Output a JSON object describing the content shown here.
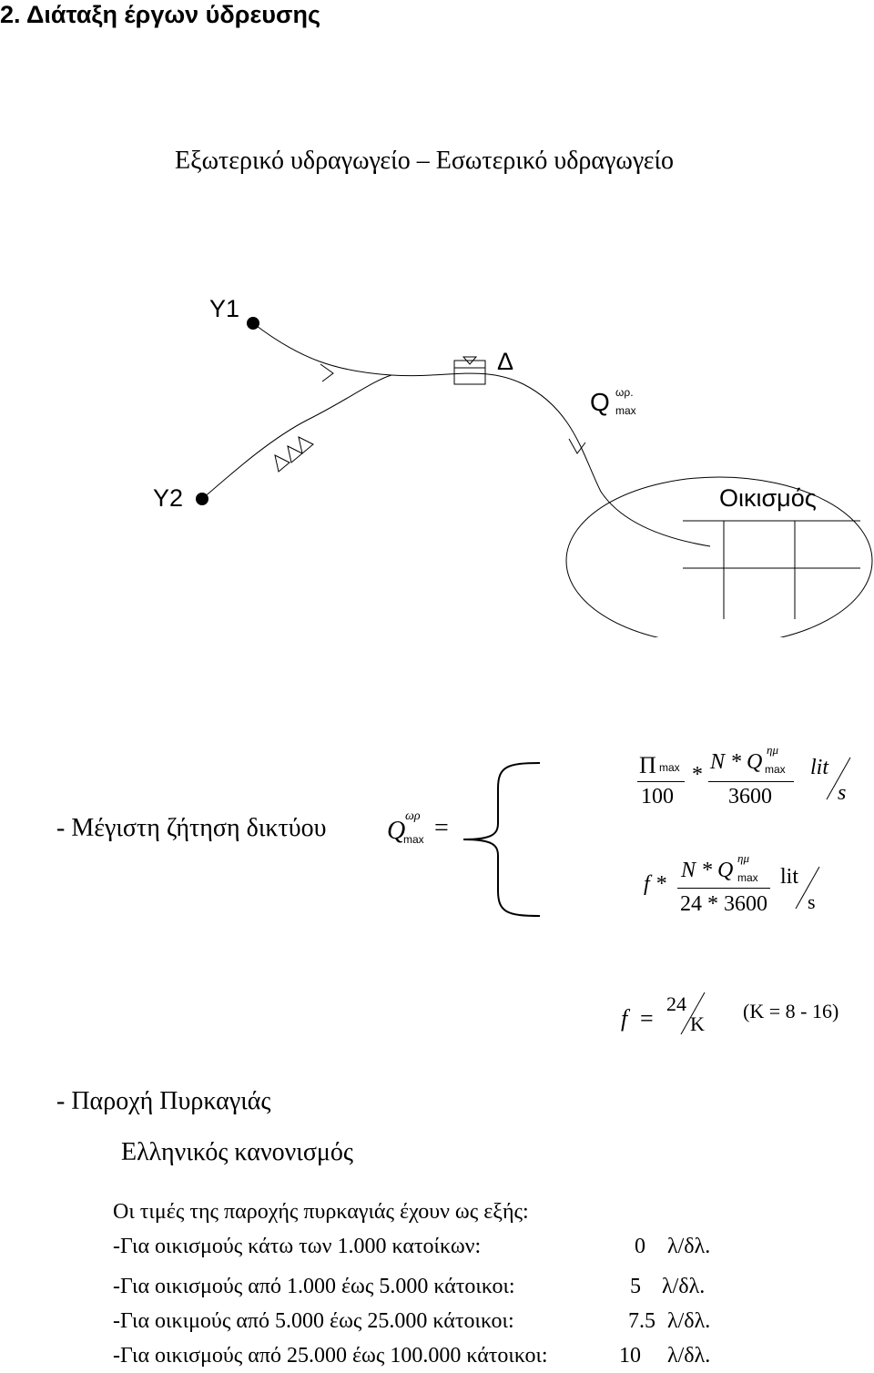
{
  "heading": "2. Διάταξη έργων ύδρευσης",
  "scheme_title": "Εξωτερικό υδραγωγείο – Εσωτερικό υδραγωγείο",
  "diagram": {
    "y1_label": "Υ1",
    "y2_label": "Υ2",
    "delta_label": "Δ",
    "q_label": "Q",
    "q_sup": "ωρ.",
    "q_sub": "max",
    "settlement_label": "Οικισμός"
  },
  "max_demand": {
    "label": "- Μέγιστη ζήτηση δικτύου",
    "lhs_q": "Q",
    "lhs_sup": "ωρ",
    "lhs_sub": "max",
    "equals": "=",
    "f1": {
      "pi": "Π",
      "pi_sub": "max",
      "den1": "100",
      "times": "*",
      "num2": "N * Q",
      "num2_sup": "ημ",
      "num2_sub": "max",
      "den2": "3600",
      "unit_num": "lit",
      "unit_den": "s"
    },
    "f2": {
      "f_times": "f *",
      "num": "N * Q",
      "num_sup": "ημ",
      "num_sub": "max",
      "den": "24 * 3600",
      "unit_num": "lit",
      "unit_den": "s"
    }
  },
  "f_formula": {
    "lhs": "f",
    "equals": "=",
    "num": "24",
    "den": "K",
    "range": "(K = 8 - 16)"
  },
  "fire": {
    "title": "- Παροχή Πυρκαγιάς",
    "subtitle": "Ελληνικός κανονισμός",
    "intro": "Οι τιμές της παροχής πυρκαγιάς έχουν ως εξής:",
    "rows": [
      {
        "label": "-Για οικισμούς κάτω των 1.000 κατοίκων:",
        "value": "0",
        "unit": "λ/δλ."
      },
      {
        "label": "-Για οικισμούς από 1.000 έως 5.000 κάτοικοι:",
        "value": "5",
        "unit": "λ/δλ."
      },
      {
        "label": "-Για οικιμούς από 5.000 έως 25.000 κάτοικοι:",
        "value": "7.5",
        "unit": "λ/δλ."
      },
      {
        "label": "-Για οικισμούς από 25.000 έως 100.000 κάτοικοι:",
        "value": "10",
        "unit": "λ/δλ."
      }
    ]
  }
}
